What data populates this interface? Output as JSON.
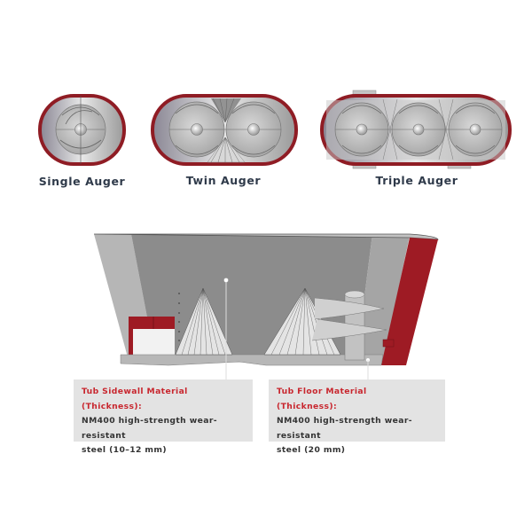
{
  "auger_types": [
    {
      "label": "Single Auger",
      "count": 1
    },
    {
      "label": "Twin Auger",
      "count": 2
    },
    {
      "label": "Triple Auger",
      "count": 3
    }
  ],
  "callouts": [
    {
      "title_line1": "Tub Sidewall Material",
      "title_line2": "(Thickness):",
      "desc_line1": "NM400 high-strength wear-resistant",
      "desc_line2": "steel (10–12 mm)"
    },
    {
      "title_line1": "Tub Floor Material",
      "title_line2": "(Thickness):",
      "desc_line1": "NM400 high-strength wear-resistant",
      "desc_line2": "steel (20 mm)"
    }
  ],
  "colors": {
    "accent_red": "#9e1b24",
    "caption_text": "#2f3a4a",
    "callout_title": "#c8262e",
    "callout_bg": "#e3e3e3",
    "tub_gray": "#8e8e8e"
  }
}
